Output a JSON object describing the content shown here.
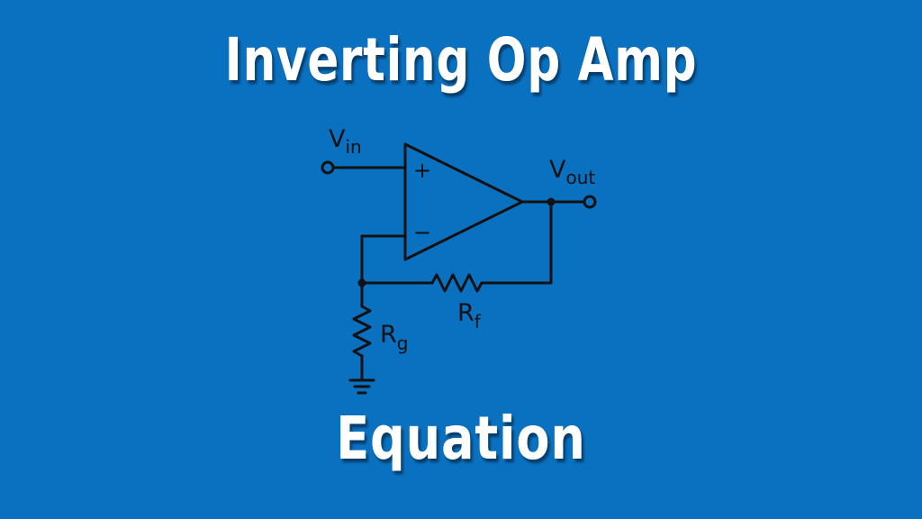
{
  "title": "Inverting Op Amp",
  "subtitle": "Equation",
  "colors": {
    "background": "#0a70c0",
    "title_text": "#ffffff",
    "wire": "#111111"
  },
  "circuit": {
    "input_label": "V",
    "input_sub": "in",
    "output_label": "V",
    "output_sub": "out",
    "plus_sign": "+",
    "minus_sign": "−",
    "rf_label": "R",
    "rf_sub": "f",
    "rg_label": "R",
    "rg_sub": "g"
  }
}
